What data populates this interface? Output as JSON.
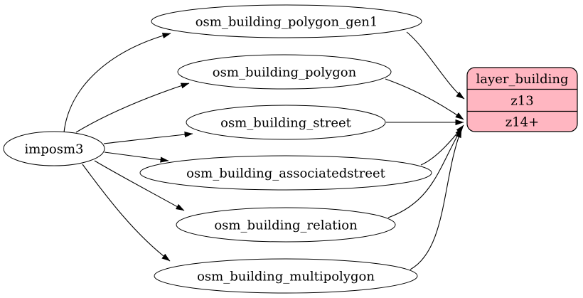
{
  "diagram": {
    "background_color": "#ffffff",
    "edge_color": "#000000",
    "source_node": {
      "label": "imposm3"
    },
    "table_nodes": [
      {
        "label": "osm_building_polygon_gen1"
      },
      {
        "label": "osm_building_polygon"
      },
      {
        "label": "osm_building_street"
      },
      {
        "label": "osm_building_associatedstreet"
      },
      {
        "label": "osm_building_relation"
      },
      {
        "label": "osm_building_multipolygon"
      }
    ],
    "layer_node": {
      "title": "layer_building",
      "rows": [
        {
          "label": "z13"
        },
        {
          "label": "z14+"
        }
      ],
      "fill": "#ffb6c1"
    },
    "edges": [
      {
        "from": "imposm3",
        "to": "osm_building_polygon_gen1"
      },
      {
        "from": "imposm3",
        "to": "osm_building_polygon"
      },
      {
        "from": "imposm3",
        "to": "osm_building_street"
      },
      {
        "from": "imposm3",
        "to": "osm_building_associatedstreet"
      },
      {
        "from": "imposm3",
        "to": "osm_building_relation"
      },
      {
        "from": "imposm3",
        "to": "osm_building_multipolygon"
      },
      {
        "from": "osm_building_polygon_gen1",
        "to": "layer_building",
        "port": "z13"
      },
      {
        "from": "osm_building_polygon",
        "to": "layer_building",
        "port": "z14+"
      },
      {
        "from": "osm_building_street",
        "to": "layer_building",
        "port": "z14+"
      },
      {
        "from": "osm_building_associatedstreet",
        "to": "layer_building",
        "port": "z14+"
      },
      {
        "from": "osm_building_relation",
        "to": "layer_building",
        "port": "z14+"
      },
      {
        "from": "osm_building_multipolygon",
        "to": "layer_building",
        "port": "z14+"
      }
    ]
  }
}
